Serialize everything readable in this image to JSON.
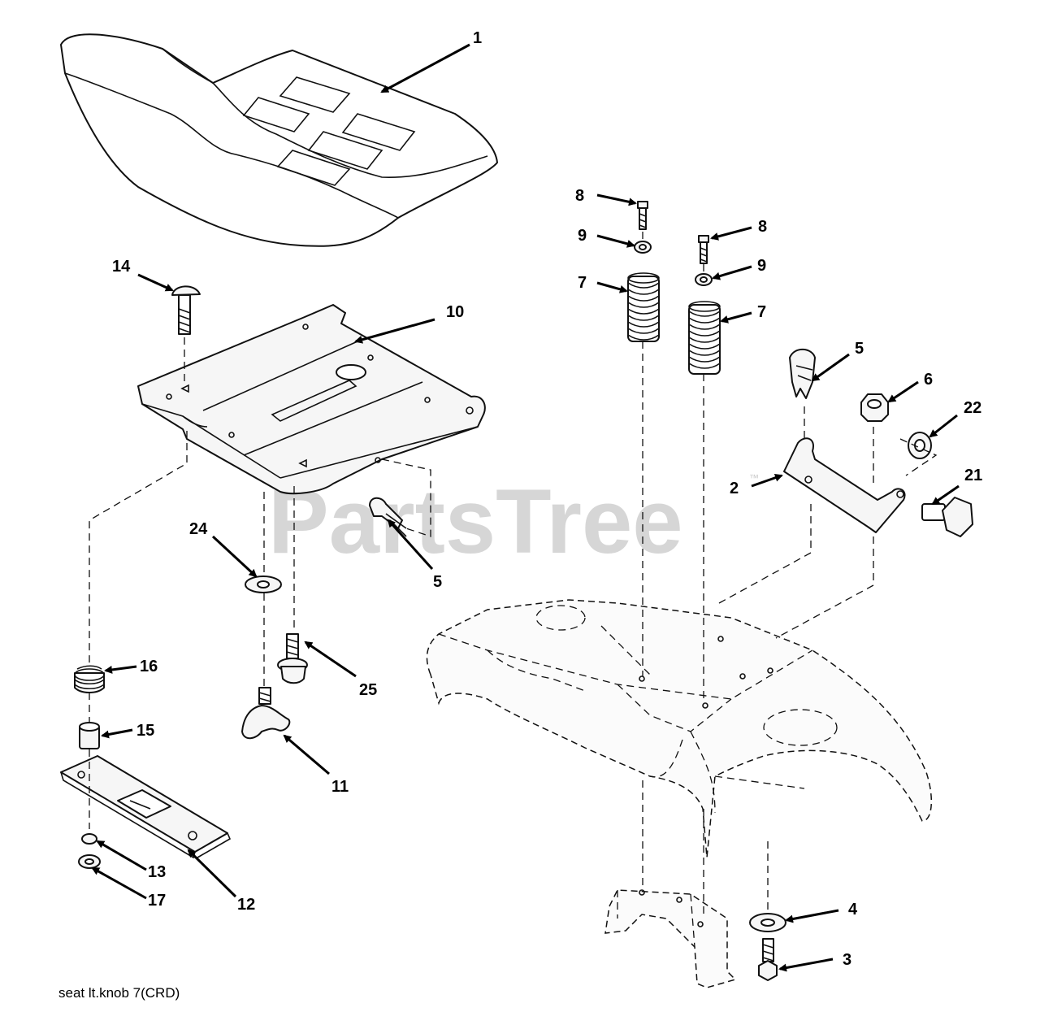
{
  "watermark": {
    "text": "PartsTree",
    "tm": "™"
  },
  "footer": {
    "text": "seat lt.knob 7(CRD)"
  },
  "callouts": {
    "c1": "1",
    "c14": "14",
    "c10": "10",
    "c24": "24",
    "c5a": "5",
    "c16": "16",
    "c25": "25",
    "c15": "15",
    "c11": "11",
    "c13": "13",
    "c17": "17",
    "c12": "12",
    "c8a": "8",
    "c9a": "9",
    "c7a": "7",
    "c8b": "8",
    "c9b": "9",
    "c7b": "7",
    "c5b": "5",
    "c6": "6",
    "c22": "22",
    "c2": "2",
    "c21": "21",
    "c4": "4",
    "c3": "3"
  }
}
